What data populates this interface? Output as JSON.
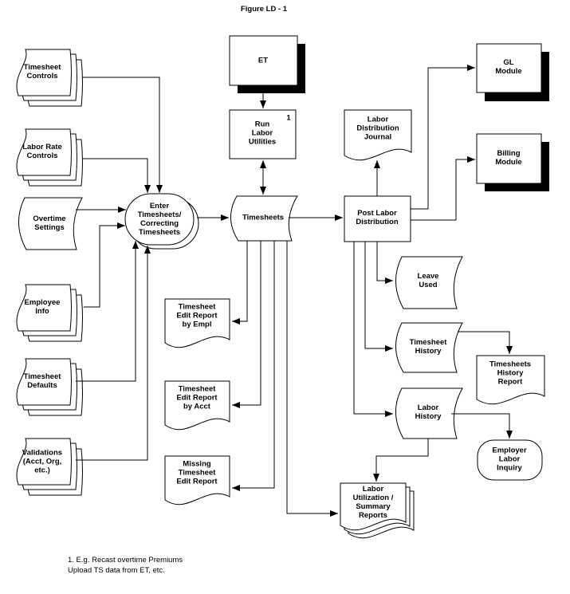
{
  "title": "Figure LD - 1",
  "footnote": "1. E.g. Recast overtime Premiums\nUpload TS data from ET, etc.",
  "nodes": {
    "timesheet_controls": {
      "label": "Timesheet\nControls",
      "shape": "multi-document"
    },
    "labor_rate_controls": {
      "label": "Labor Rate\nControls",
      "shape": "multi-document"
    },
    "overtime_settings": {
      "label": "Overtime\nSettings",
      "shape": "stored-data"
    },
    "employee_info": {
      "label": "Employee\nInfo",
      "shape": "multi-document"
    },
    "timesheet_defaults": {
      "label": "Timesheet\nDefaults",
      "shape": "multi-document"
    },
    "validations": {
      "label": "Validations\n(Acct, Org,\netc.)",
      "shape": "multi-document"
    },
    "enter_timesheets": {
      "label": "Enter\nTimesheets/\nCorrecting\nTimesheets",
      "shape": "stacked-stadium"
    },
    "timesheets": {
      "label": "Timesheets",
      "shape": "stored-data"
    },
    "run_labor_utilities": {
      "label": "Run\nLabor\nUtilities",
      "note_ref": "1",
      "shape": "process"
    },
    "et": {
      "label": "ET",
      "shape": "shadowed-box"
    },
    "post_labor_distribution": {
      "label": "Post Labor\nDistribution",
      "shape": "process"
    },
    "labor_distribution_journal": {
      "label": "Labor\nDistribution\nJournal",
      "shape": "document"
    },
    "gl_module": {
      "label": "GL\nModule",
      "shape": "shadowed-box"
    },
    "billing_module": {
      "label": "Billing\nModule",
      "shape": "shadowed-box"
    },
    "leave_used": {
      "label": "Leave\nUsed",
      "shape": "stored-data"
    },
    "timesheet_history": {
      "label": "Timesheet\nHistory",
      "shape": "stored-data"
    },
    "labor_history": {
      "label": "Labor\nHistory",
      "shape": "stored-data"
    },
    "timesheets_history_report": {
      "label": "Timesheets\nHistory\nReport",
      "shape": "document"
    },
    "employer_labor_inquiry": {
      "label": "Employer\nLabor\nInquiry",
      "shape": "rounded"
    },
    "labor_utilization_summary_reports": {
      "label": "Labor\nUtilization /\nSummary\nReports",
      "shape": "multi-document"
    },
    "timesheet_edit_report_by_empl": {
      "label": "Timesheet\nEdit Report\nby Empl",
      "shape": "document"
    },
    "timesheet_edit_report_by_acct": {
      "label": "Timesheet\nEdit Report\nby Acct",
      "shape": "document"
    },
    "missing_timesheet_edit_report": {
      "label": "Missing\nTimesheet\nEdit Report",
      "shape": "document"
    }
  },
  "connections": [
    {
      "from": "timesheet-controls",
      "to": "enter-timesheets"
    },
    {
      "from": "labor-rate-controls",
      "to": "enter-timesheets"
    },
    {
      "from": "overtime-settings",
      "to": "enter-timesheets"
    },
    {
      "from": "employee-info",
      "to": "enter-timesheets"
    },
    {
      "from": "timesheet-defaults",
      "to": "enter-timesheets"
    },
    {
      "from": "validations",
      "to": "enter-timesheets"
    },
    {
      "from": "enter-timesheets",
      "to": "timesheets"
    },
    {
      "from": "et",
      "to": "run-labor-utilities"
    },
    {
      "from": "run-labor-utilities",
      "to": "timesheets",
      "bidirectional": true
    },
    {
      "from": "timesheets",
      "to": "post-labor-distribution"
    },
    {
      "from": "timesheets",
      "to": "timesheet-edit-report-by-empl"
    },
    {
      "from": "timesheets",
      "to": "timesheet-edit-report-by-acct"
    },
    {
      "from": "timesheets",
      "to": "missing-timesheet-edit-report"
    },
    {
      "from": "timesheets",
      "to": "labor-utilization-summary-reports"
    },
    {
      "from": "post-labor-distribution",
      "to": "labor-distribution-journal"
    },
    {
      "from": "post-labor-distribution",
      "to": "gl-module"
    },
    {
      "from": "post-labor-distribution",
      "to": "billing-module"
    },
    {
      "from": "post-labor-distribution",
      "to": "leave-used"
    },
    {
      "from": "post-labor-distribution",
      "to": "timesheet-history"
    },
    {
      "from": "post-labor-distribution",
      "to": "labor-history"
    },
    {
      "from": "timesheet-history",
      "to": "timesheets-history-report"
    },
    {
      "from": "labor-history",
      "to": "employer-labor-inquiry"
    },
    {
      "from": "labor-history",
      "to": "labor-utilization-summary-reports"
    }
  ],
  "colors": {
    "line": "#000000",
    "fill": "#ffffff",
    "shadow": "#000000",
    "text": "#000000"
  }
}
